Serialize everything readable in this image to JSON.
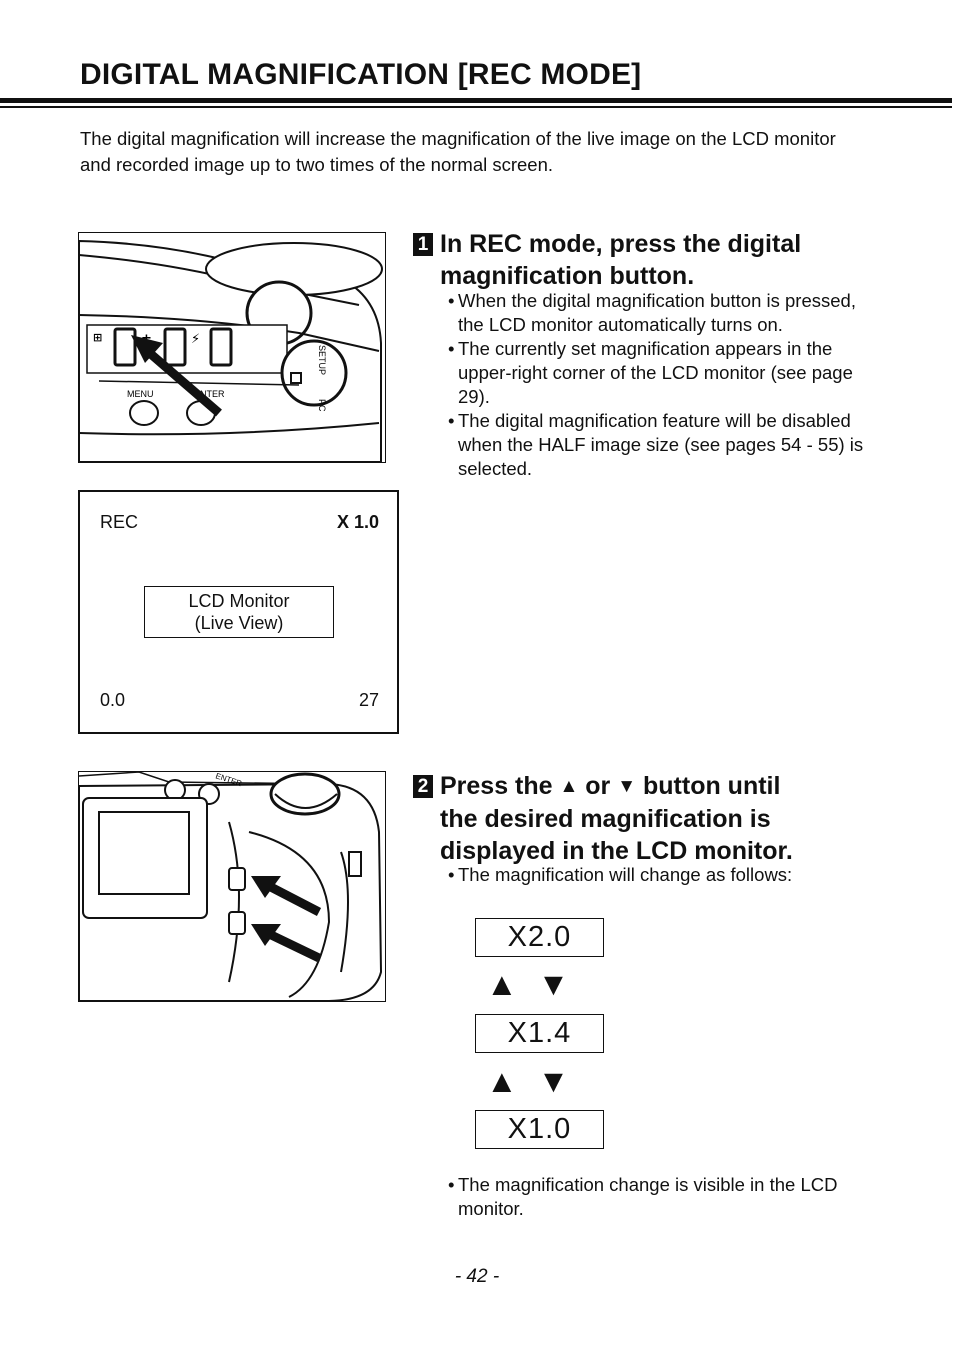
{
  "title": "DIGITAL MAGNIFICATION [REC MODE]",
  "intro": "The digital magnification will increase the magnification of the live image on the LCD monitor and recorded image up to two times of the normal screen.",
  "camera_top_labels": {
    "menu": "MENU",
    "enter": "-ENTER",
    "setup": "SETUP",
    "pc": "PC"
  },
  "lcd_screen": {
    "mode": "REC",
    "zoom": "X 1.0",
    "center_line1": "LCD Monitor",
    "center_line2": "(Live View)",
    "exposure": "0.0",
    "count": "27"
  },
  "camera_back_labels": {
    "enter": "ENTER"
  },
  "step1": {
    "number": "1",
    "title_line1": "In REC mode, press the digital",
    "title_line2": "magnification button.",
    "bullets": [
      "When the digital magnification button is pressed, the LCD monitor automatically turns on.",
      "The currently set magnification appears in the upper-right corner of the LCD monitor (see page 29).",
      "The digital magnification feature will be disabled when the HALF image size (see pages 54 - 55) is selected."
    ]
  },
  "step2": {
    "number": "2",
    "title_part1": "Press the",
    "title_or": "or",
    "title_part2": "button until",
    "title_line2": "the desired magnification is",
    "title_line3": "displayed in the LCD monitor.",
    "up_glyph": "▲",
    "down_glyph": "▼",
    "bullet_top": "The magnification will change as follows:",
    "sequence": [
      "X2.0",
      "X1.4",
      "X1.0"
    ],
    "arrow_pair": "▲▼",
    "bullet_bottom": "The magnification change is visible in the LCD monitor."
  },
  "page_number": "- 42 -"
}
